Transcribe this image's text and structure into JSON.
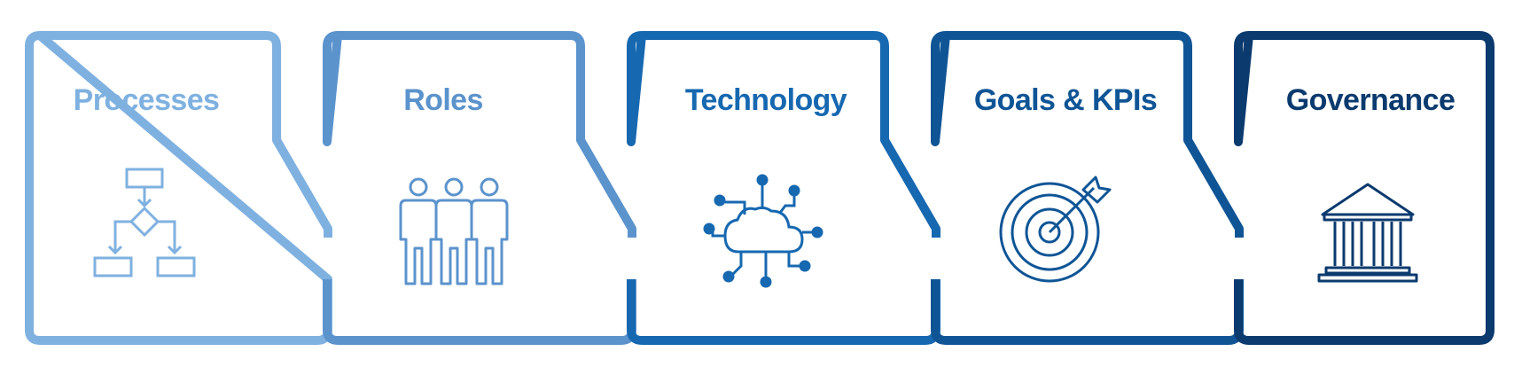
{
  "steps": [
    {
      "label": "Processes",
      "icon": "flowchart-icon",
      "color": "#7fb1e0"
    },
    {
      "label": "Roles",
      "icon": "people-icon",
      "color": "#5b93cc"
    },
    {
      "label": "Technology",
      "icon": "cloud-network-icon",
      "color": "#1668b0"
    },
    {
      "label": "Goals  & KPIs",
      "icon": "target-arrow-icon",
      "color": "#0f5596"
    },
    {
      "label": "Governance",
      "icon": "institution-icon",
      "color": "#0b3a6e"
    }
  ]
}
